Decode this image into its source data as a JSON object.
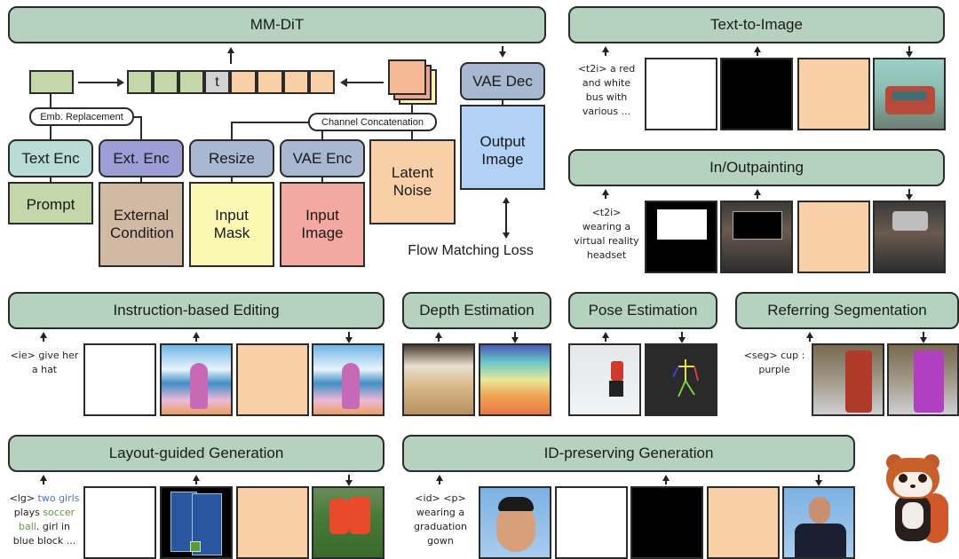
{
  "architecture": {
    "title": "MM-DiT",
    "token_label": "t",
    "emb_replacement": "Emb. Replacement",
    "channel_concat": "Channel Concatenation",
    "encoders": {
      "text_enc": "Text Enc",
      "ext_enc": "Ext. Enc",
      "resize": "Resize",
      "vae_enc": "VAE Enc",
      "vae_dec": "VAE Dec"
    },
    "inputs": {
      "prompt": "Prompt",
      "external_condition": "External Condition",
      "input_mask": "Input Mask",
      "input_image": "Input Image",
      "latent_noise": "Latent Noise",
      "output_image": "Output Image"
    },
    "loss": "Flow Matching Loss"
  },
  "tasks": {
    "t2i": {
      "title": "Text-to-Image",
      "prompt": "<t2i> a red and white bus with various ..."
    },
    "inpaint": {
      "title": "In/Outpainting",
      "prompt": "<t2i> wearing a virtual reality headset"
    },
    "edit": {
      "title": "Instruction-based Editing",
      "prompt": "<ie> give her a hat"
    },
    "depth": {
      "title": "Depth Estimation"
    },
    "pose": {
      "title": "Pose Estimation"
    },
    "seg": {
      "title": "Referring Segmentation",
      "prompt": "<seg> cup : purple"
    },
    "layout": {
      "title": "Layout-guided Generation",
      "prompt_parts": [
        "<lg> ",
        "two girls",
        " plays ",
        "soccer ball",
        ". girl in blue block ..."
      ]
    },
    "id": {
      "title": "ID-preserving Generation",
      "prompt": "<id> <p> wearing a graduation gown"
    }
  },
  "colors": {
    "banner": "#b5d2bf",
    "text_enc": "#b9dcd6",
    "ext_enc": "#9c9fd6",
    "vae": "#a8b8d0",
    "prompt": "#c3d7a8",
    "external_condition": "#d2b9a4",
    "input_mask": "#fbf8b4",
    "input_image": "#f4a9a0",
    "latent_noise": "#f8cfa6",
    "output_image": "#b3d0f5",
    "token_gray": "#d2d2d2",
    "layout_blue": "#4a78c0",
    "layout_green": "#5a9a3a"
  }
}
